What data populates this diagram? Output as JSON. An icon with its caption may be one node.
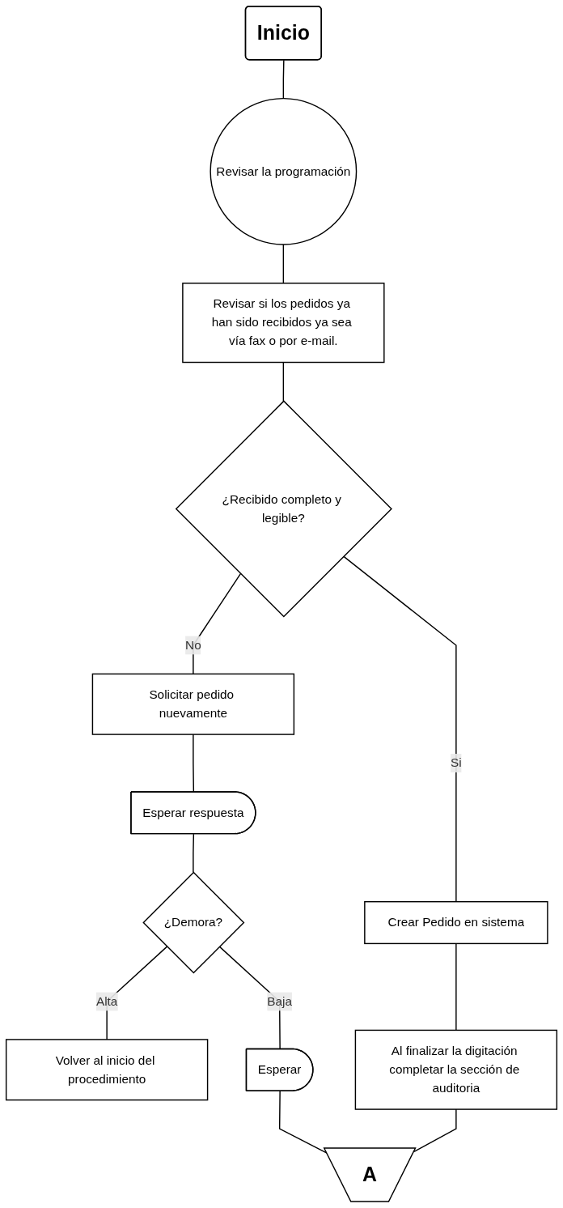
{
  "diagram": {
    "nodes": [
      {
        "text": [
          "Inicio"
        ]
      },
      {
        "text": [
          "Revisar la programación"
        ]
      },
      {
        "text": [
          "Revisar si los pedidos ya han sido recibidos ya sea vía fax o por e-mail."
        ]
      },
      {
        "text": [
          "¿Recibido completo y legible?"
        ]
      },
      {
        "text": [
          "Solicitar pedido nuevamente"
        ]
      },
      {
        "text": [
          "Crear Pedido en sistema"
        ]
      },
      {
        "text": [
          "Esperar respuesta"
        ]
      },
      {
        "text": [
          "¿Demora?"
        ]
      },
      {
        "text": [
          "Volver al inicio del procedimiento"
        ]
      },
      {
        "text": [
          "Esperar"
        ]
      },
      {
        "text": [
          "Al finalizar la digitación completar la sección de auditoria"
        ]
      },
      {
        "text": [
          "A"
        ]
      }
    ],
    "edges": [
      {
        "from": 0,
        "to": 1,
        "arrow": "none"
      },
      {
        "from": 1,
        "to": 2,
        "arrow": "none"
      },
      {
        "from": 2,
        "to": 3,
        "arrow": "none"
      },
      {
        "from": 3,
        "to": 4,
        "label": "No",
        "arrow": "none"
      },
      {
        "from": 3,
        "to": 5,
        "label": "Si",
        "arrow": "none"
      },
      {
        "from": 4,
        "to": 6,
        "arrow": "none"
      },
      {
        "from": 5,
        "to": 10,
        "arrow": "none"
      },
      {
        "from": 6,
        "to": 7,
        "arrow": "none"
      },
      {
        "from": 7,
        "to": 9,
        "label": "Baja",
        "arrow": "none"
      },
      {
        "from": 7,
        "to": 8,
        "label": "Alta",
        "arrow": "none"
      },
      {
        "from": 9,
        "to": 11,
        "arrow": "none"
      },
      {
        "from": 10,
        "to": 11,
        "arrow": "none"
      }
    ]
  }
}
